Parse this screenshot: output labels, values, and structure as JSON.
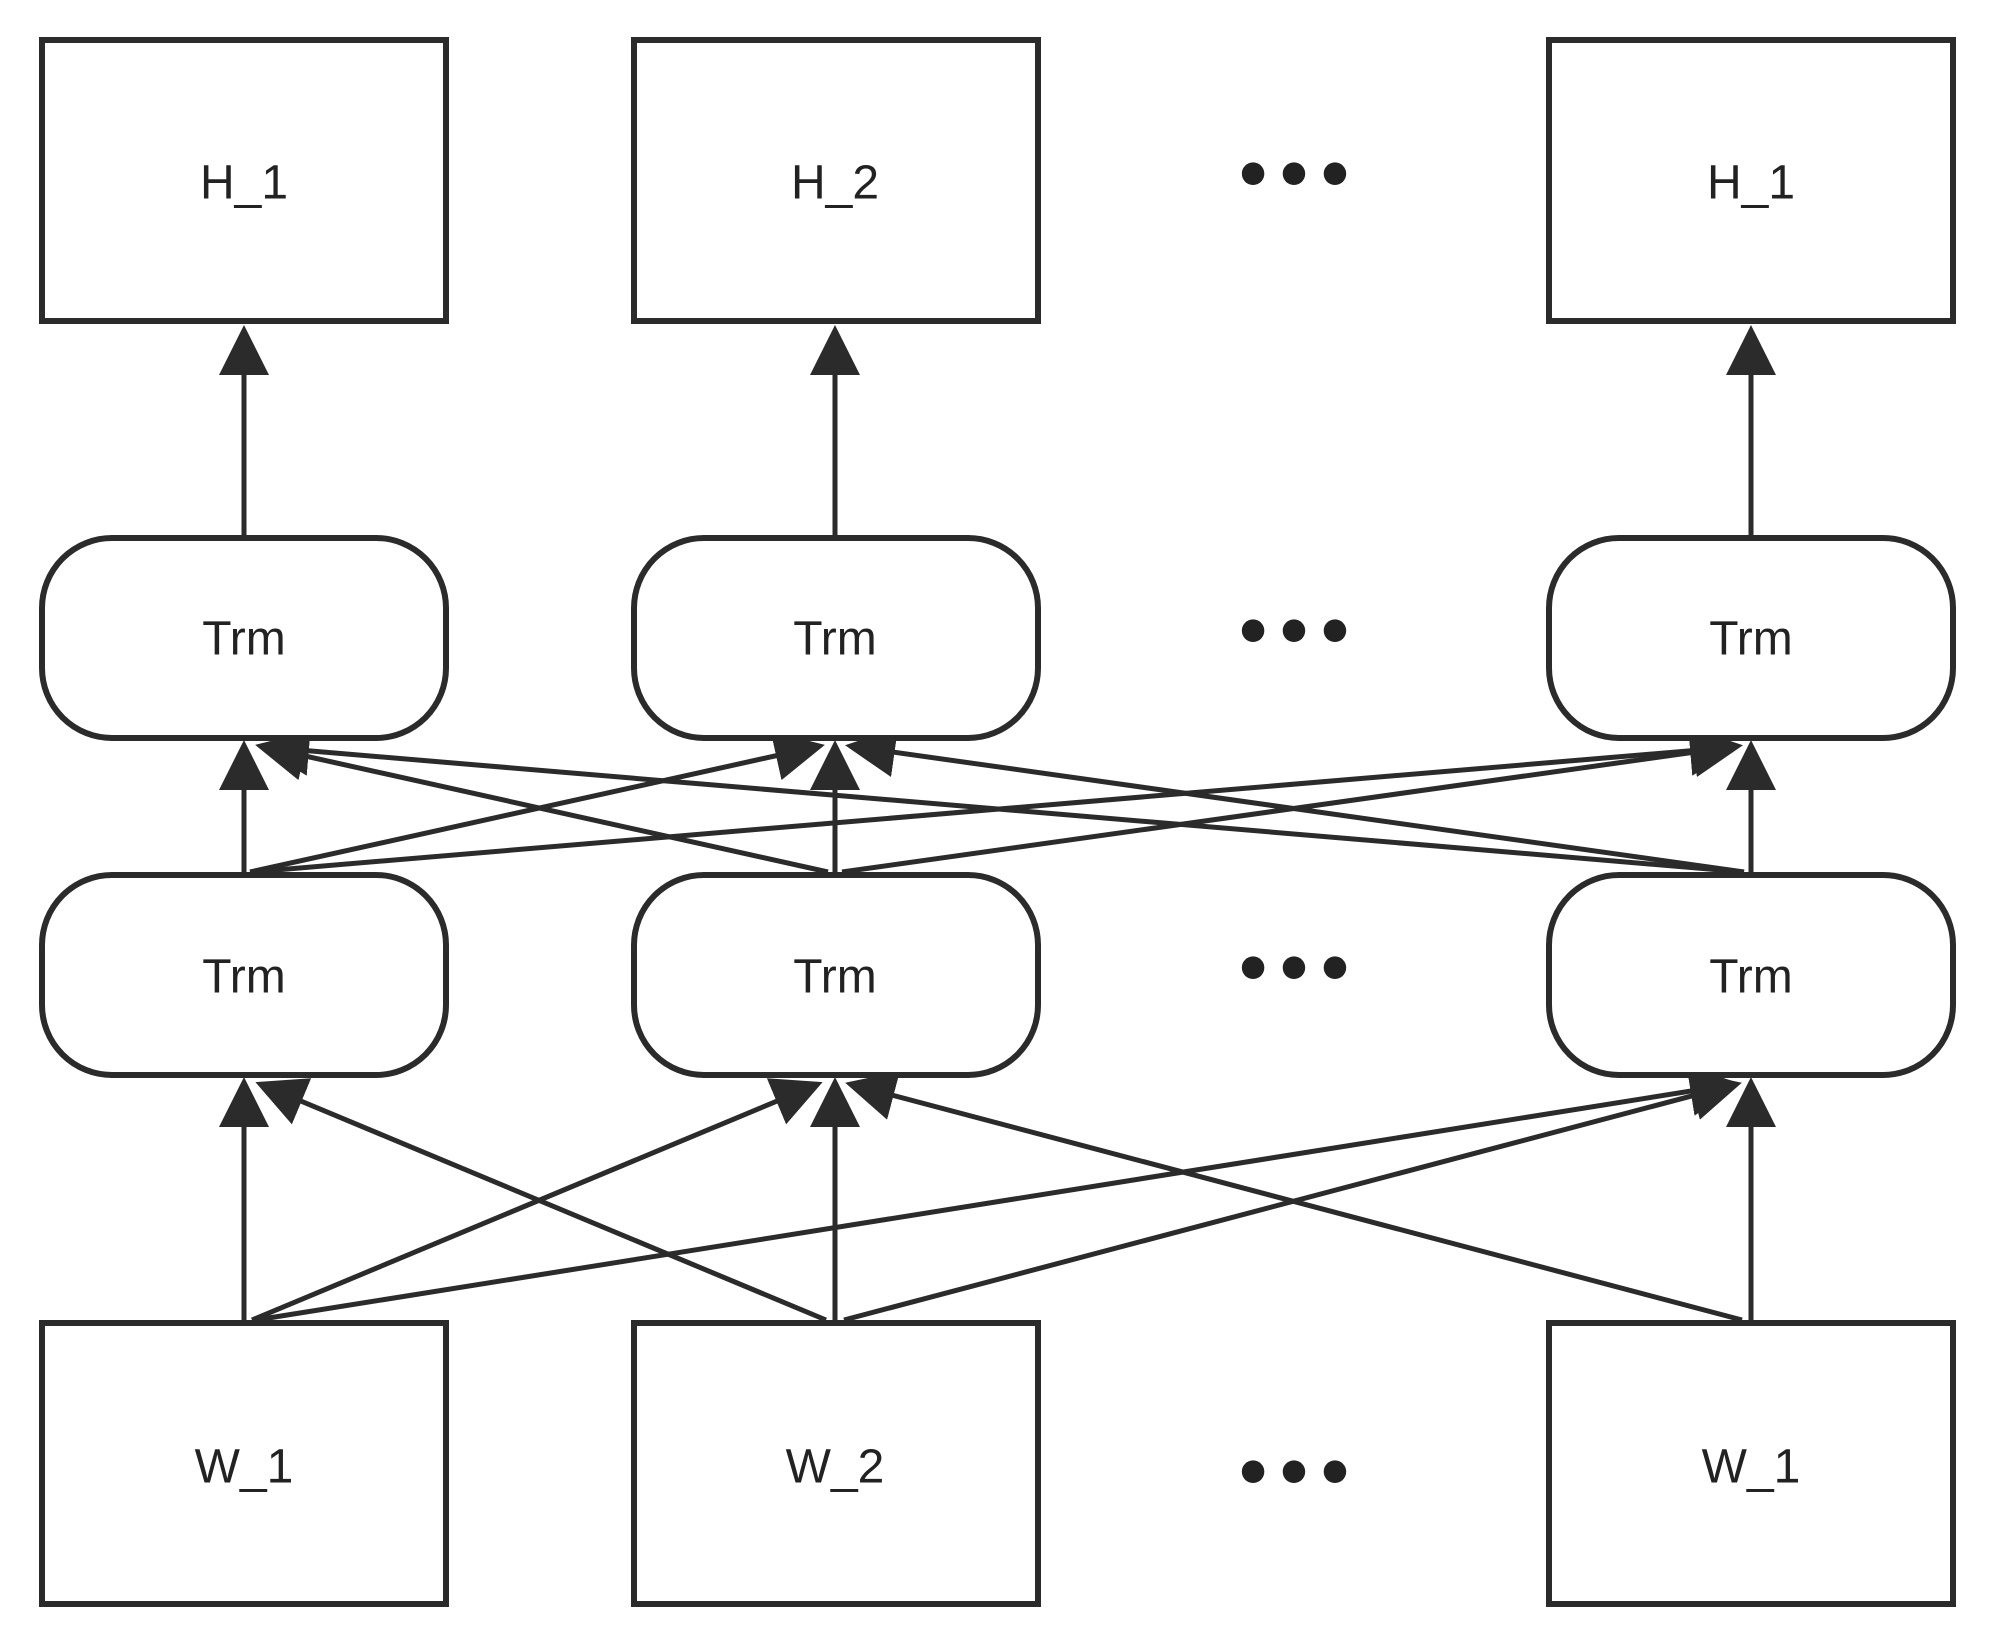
{
  "diagram": {
    "output_row": {
      "nodes": [
        "H_1",
        "H_2",
        "H_1"
      ],
      "ellipsis": "•••"
    },
    "upper_transformer_row": {
      "nodes": [
        "Trm",
        "Trm",
        "Trm"
      ],
      "ellipsis": "•••"
    },
    "lower_transformer_row": {
      "nodes": [
        "Trm",
        "Trm",
        "Trm"
      ],
      "ellipsis": "•••"
    },
    "input_row": {
      "nodes": [
        "W_1",
        "W_2",
        "W_1"
      ],
      "ellipsis": "•••"
    },
    "colors": {
      "stroke": "#2b2b2b",
      "text": "#222222",
      "background": "#ffffff"
    }
  }
}
